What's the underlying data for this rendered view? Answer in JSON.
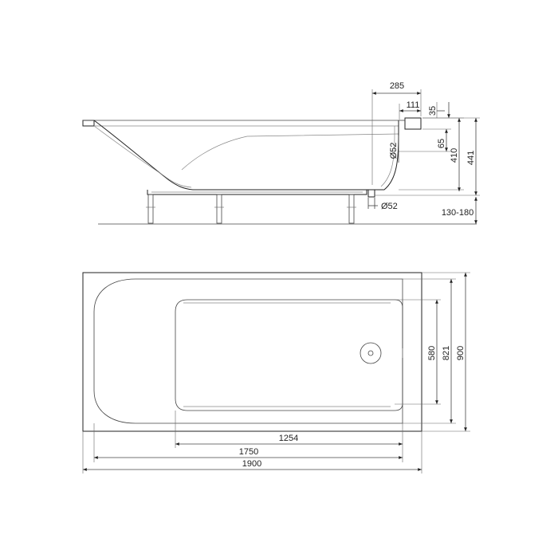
{
  "side_view": {
    "dimensions": {
      "width_285": "285",
      "width_111": "111",
      "width_35": "35",
      "height_65": "65",
      "height_410": "410",
      "height_441": "441",
      "leg_range": "130-180",
      "drain_top": "Ø52",
      "drain_bottom": "Ø52"
    }
  },
  "top_view": {
    "dimensions": {
      "inner_580": "580",
      "inner_821": "821",
      "outer_900": "900",
      "bottom_1254": "1254",
      "inner_1750": "1750",
      "overall_1900": "1900"
    }
  },
  "colors": {
    "line": "#222222",
    "background": "#ffffff"
  }
}
